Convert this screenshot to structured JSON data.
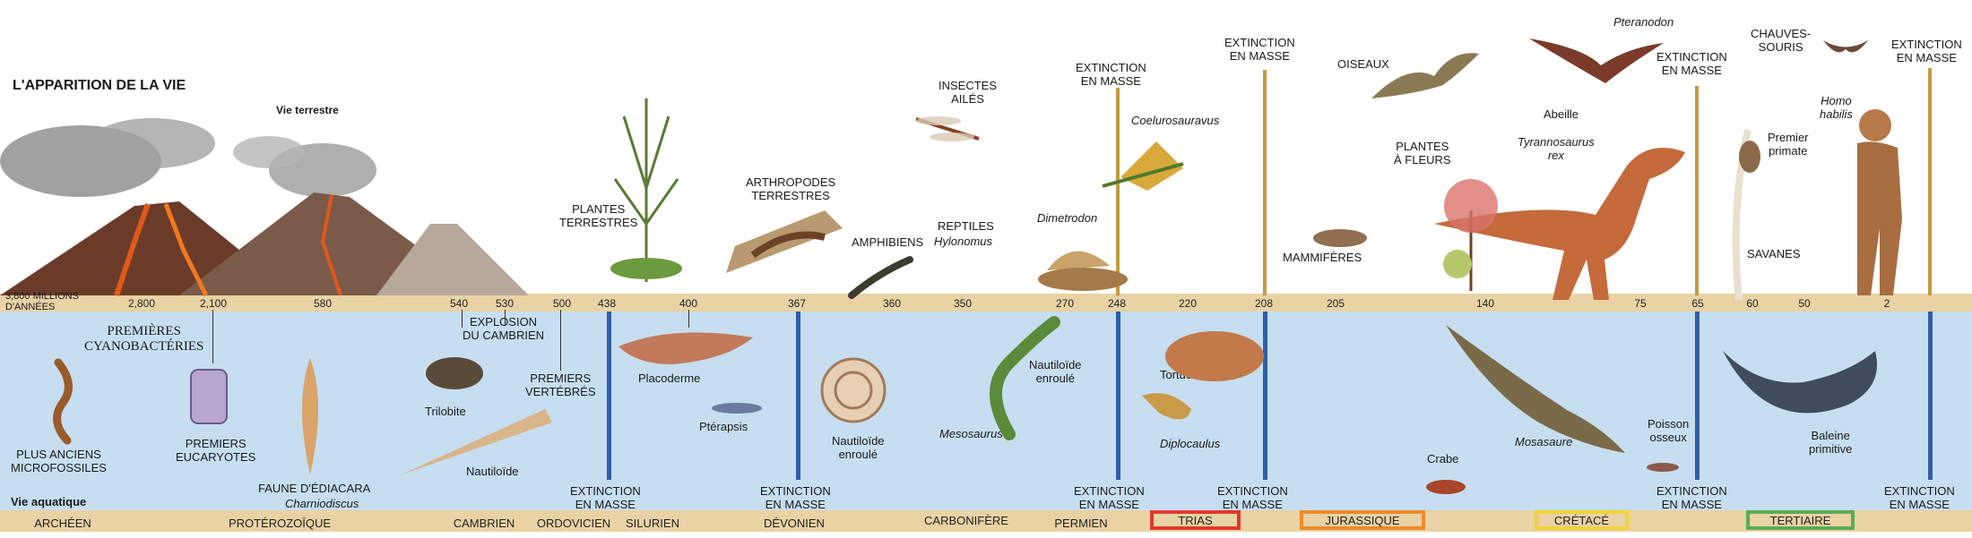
{
  "title": "L'APPARITION DE LA VIE",
  "zones": {
    "land": "Vie terrestre",
    "water": "Vie aquatique"
  },
  "years": {
    "start": "3,800 MILLIONS\nD'ANNÉES",
    "y2800": "2,800",
    "y2100": "2,100",
    "y580": "580",
    "y540": "540",
    "y530": "530",
    "y500": "500",
    "y438": "438",
    "y400": "400",
    "y367": "367",
    "y360": "360",
    "y350": "350",
    "y270": "270",
    "y248": "248",
    "y220": "220",
    "y208": "208",
    "y205": "205",
    "y140": "140",
    "y75": "75",
    "y65": "65",
    "y60": "60",
    "y50": "50",
    "y2": "2"
  },
  "periods": {
    "archeen": "ARCHÉEN",
    "proterozoique": "PROTÉROZOÏQUE",
    "cambrien": "CAMBRIEN",
    "ordovicien": "ORDOVICIEN",
    "silurien": "SILURIEN",
    "devonien": "DÉVONIEN",
    "carbonifere": "CARBONIFÈRE",
    "permien": "PERMIEN",
    "trias": "TRIAS",
    "jurassique": "JURASSIQUE",
    "cretace": "CRÉTACÉ",
    "tertiaire": "TERTIAIRE"
  },
  "extinction": "EXTINCTION\nEN MASSE",
  "land": {
    "plantes_terrestres": "PLANTES\nTERRESTRES",
    "arthropodes": "ARTHROPODES\nTERRESTRES",
    "amphibiens": "AMPHIBIENS",
    "insectes": "INSECTES\nAILÉS",
    "reptiles": "REPTILES",
    "hylonomus": "Hylonomus",
    "dimetrodon": "Dimetrodon",
    "coelurosauravus": "Coelurosauravus",
    "mammiferes": "MAMMIFÈRES",
    "oiseaux": "OISEAUX",
    "pteranodon": "Pteranodon",
    "abeille": "Abeille",
    "tyrannosaurus": "Tyrannosaurus\nrex",
    "plantes_fleurs": "PLANTES\nÀ FLEURS",
    "chauves_souris": "CHAUVES-\nSOURIS",
    "homo": "Homo\nhabilis",
    "premier_primate": "Premier\nprimate",
    "savanes": "SAVANES"
  },
  "water": {
    "microfossiles": "PLUS ANCIENS\nMICROFOSSILES",
    "cyanobacteries": "PREMIÈRES\nCYANOBACTÉRIES",
    "eucaryotes": "PREMIERS\nEUCARYOTES",
    "ediacara": "FAUNE D'ÉDIACARA",
    "charniodiscus": "Charniodiscus",
    "explosion": "EXPLOSION\nDU CAMBRIEN",
    "trilobite": "Trilobite",
    "nautiloide": "Nautiloïde",
    "vertebres": "PREMIERS\nVERTÉBRÉS",
    "placoderme": "Placoderme",
    "pterapsis": "Ptérapsis",
    "nautiloide_enroule": "Nautiloïde\nenroulé",
    "mesosaurus": "Mesosaurus",
    "nautiloide_enroule2": "Nautiloïde\nenroulé",
    "tortue": "Tortue",
    "diplocaulus": "Diplocaulus",
    "crabe": "Crabe",
    "mosasaure": "Mosasaure",
    "poisson": "Poisson\nosseux",
    "baleine": "Baleine\nprimitive"
  },
  "colors": {
    "water": "#c6def0",
    "sand": "#e9d2a4",
    "blue_line": "#2f5ea8",
    "gold_line": "#c29b3e",
    "trias": "#e0392b",
    "jurassique": "#ef8a2a",
    "cretace": "#f2d23a",
    "tertiaire": "#5cab55"
  }
}
